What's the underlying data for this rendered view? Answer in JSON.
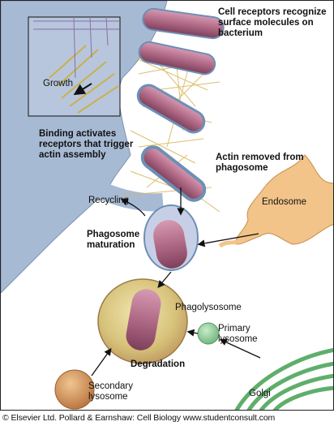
{
  "labels": {
    "cell_receptors": "Cell receptors recognize surface molecules on bacterium",
    "growth": "Growth",
    "binding": "Binding activates receptors that trigger actin assembly",
    "actin_removed": "Actin removed from phagosome",
    "recycling": "Recycling",
    "endosome": "Endosome",
    "phagosome_maturation": "Phagosome maturation",
    "phagolysosome": "Phagolysosome",
    "primary_lysosome": "Primary lysosome",
    "degradation": "Degradation",
    "secondary_lysosome": "Secondary lysosome",
    "golgi": "Golgi"
  },
  "footer": "© Elsevier Ltd. Pollard & Earnshaw: Cell Biology www.studentconsult.com",
  "colors": {
    "cell": "#a7bad4",
    "bacterium": "#b06a86",
    "actin": "#d9b85e",
    "lysosome": "#8fc89a",
    "secondary_lysosome": "#d9a06a",
    "endosome": "#f2c489"
  }
}
